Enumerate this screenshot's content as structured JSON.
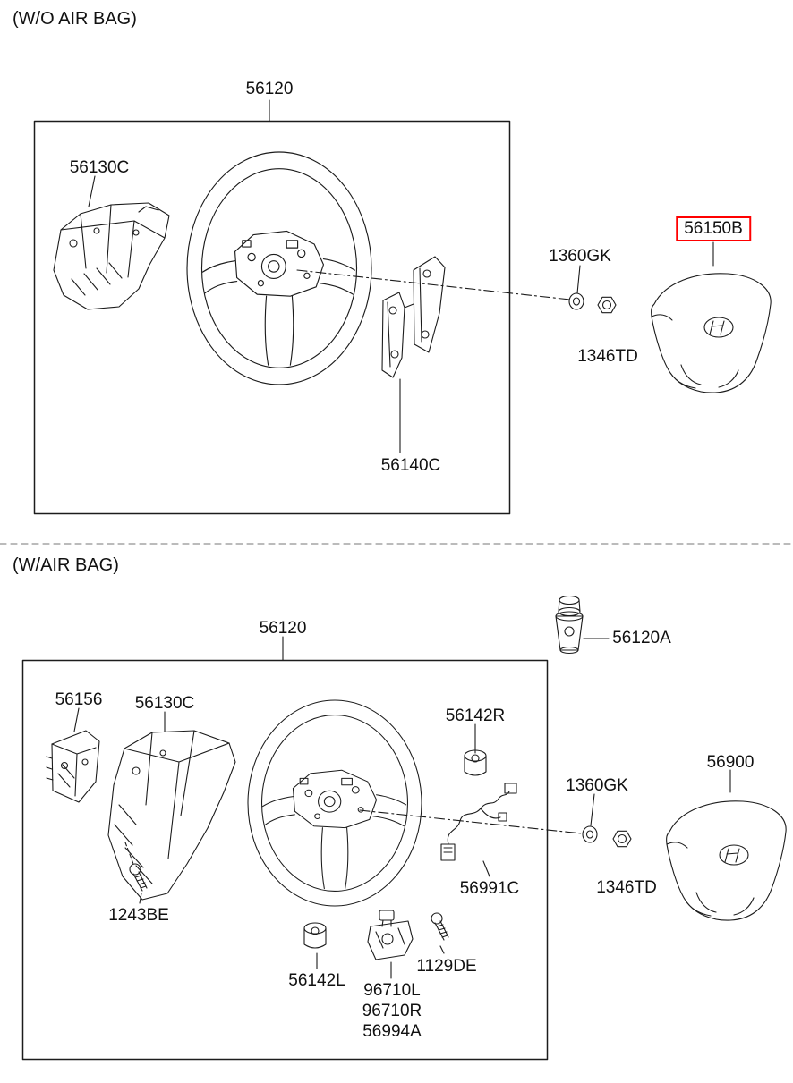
{
  "diagram": {
    "highlighted_part": "56150B",
    "highlight_color": "#ff0000",
    "line_color": "#1c1c1c",
    "sections": {
      "without_airbag": {
        "title": "(W/O AIR BAG)",
        "parts": {
          "assembly": "56120",
          "cover": "56130C",
          "bracket": "56140C",
          "washer": "1360GK",
          "nut": "1346TD",
          "pad": "56150B"
        }
      },
      "with_airbag": {
        "title": "(W/AIR BAG)",
        "parts": {
          "assembly": "56120",
          "clip": "56120A",
          "module": "56156",
          "cover": "56130C",
          "screw1": "1243BE",
          "remote_r": "56142R",
          "harness": "56991C",
          "remote_l": "56142L",
          "switch_l": "96710L",
          "switch_r": "96710R",
          "switch_a": "56994A",
          "screw2": "1129DE",
          "washer": "1360GK",
          "nut": "1346TD",
          "airbag": "56900"
        }
      }
    }
  }
}
